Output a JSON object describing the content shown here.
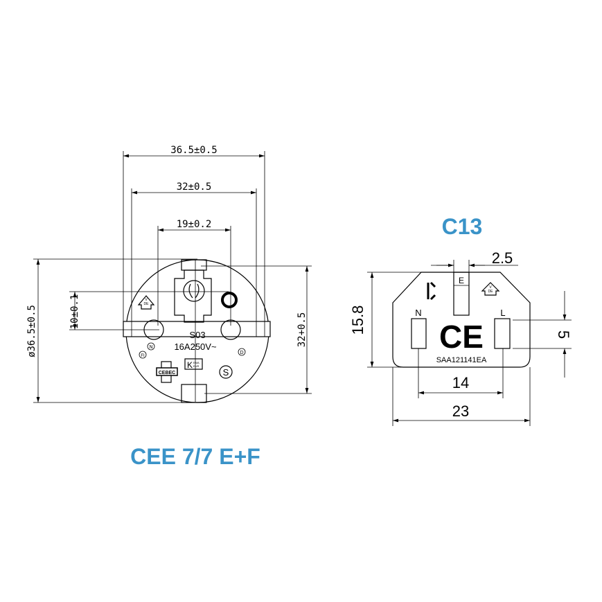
{
  "colors": {
    "title": "#3a93c8",
    "line": "#000000"
  },
  "cee": {
    "title": "CEE 7/7 E+F",
    "dim_width_outer": "36.5±0.5",
    "dim_width_inner": "32±0.5",
    "dim_pin_spacing": "19±0.2",
    "dim_earth_offset": "10±0.1",
    "dim_diameter": "ø36.5±0.5",
    "dim_height": "32+0.5",
    "model": "S03",
    "rating": "16A250V~",
    "marks": {
      "n": "N",
      "fi": "FI",
      "d": "D",
      "cebec": "CEBEC",
      "kema_k": "K",
      "kema_top": "EMA",
      "kema_bottom": "EUR",
      "s": "S",
      "vde_v": "V",
      "vde_de": "DE"
    }
  },
  "c13": {
    "title": "C13",
    "dim_earth": "2.5",
    "dim_height": "15.8",
    "dim_slot": "5",
    "dim_inner": "14",
    "dim_outer": "23",
    "earth_label": "E",
    "neutral_label": "N",
    "live_label": "L",
    "code": "SAA121141EA",
    "ce_mark": "CE",
    "vde_v": "V",
    "vde_de": "DE"
  }
}
